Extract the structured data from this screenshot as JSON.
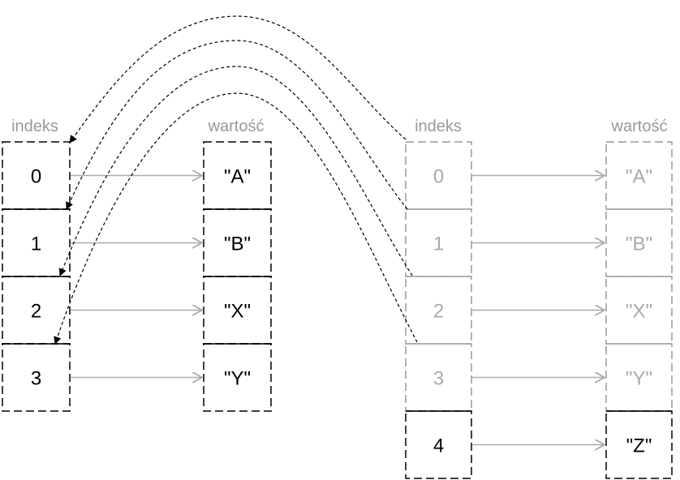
{
  "headers": {
    "left_index": "indeks",
    "left_value": "wartość",
    "right_index": "indeks",
    "right_value": "wartość"
  },
  "left_table": {
    "rows": [
      {
        "index": "0",
        "value": "\"A\""
      },
      {
        "index": "1",
        "value": "\"B\""
      },
      {
        "index": "2",
        "value": "\"X\""
      },
      {
        "index": "3",
        "value": "\"Y\""
      }
    ]
  },
  "right_table": {
    "rows": [
      {
        "index": "0",
        "value": "\"A\"",
        "faded": true
      },
      {
        "index": "1",
        "value": "\"B\"",
        "faded": true
      },
      {
        "index": "2",
        "value": "\"X\"",
        "faded": true
      },
      {
        "index": "3",
        "value": "\"Y\"",
        "faded": true
      },
      {
        "index": "4",
        "value": "\"Z\"",
        "faded": false
      }
    ]
  },
  "colors": {
    "dark": "#000000",
    "faded_text": "#aaaaaa",
    "header": "#999999",
    "pointer": "#aaaaaa"
  }
}
